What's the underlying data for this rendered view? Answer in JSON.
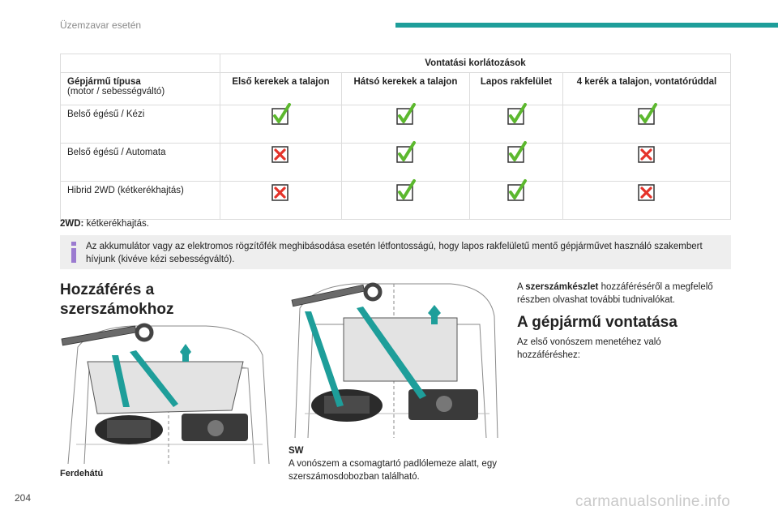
{
  "header": {
    "title": "Üzemzavar esetén"
  },
  "page_number": "204",
  "watermark": "carmanualsonline.info",
  "table": {
    "group_header": "Vontatási korlátozások",
    "first_col_header_bold": "Gépjármű típusa",
    "first_col_header_sub": "(motor / sebességváltó)",
    "columns": [
      "Első kerekek a talajon",
      "Hátsó kerekek a talajon",
      "Lapos rakfelület",
      "4 kerék a talajon, vontatórúddal"
    ],
    "rows": [
      {
        "label": "Belső égésű / Kézi",
        "cells": [
          "check",
          "check",
          "check",
          "check"
        ]
      },
      {
        "label": "Belső égésű / Automata",
        "cells": [
          "cross",
          "check",
          "check",
          "cross"
        ]
      },
      {
        "label": "Hibrid 2WD (kétkerékhajtás)",
        "cells": [
          "cross",
          "check",
          "check",
          "cross"
        ]
      }
    ]
  },
  "note_2wd": {
    "term": "2WD:",
    "text": " kétkerékhajtás."
  },
  "info_box": {
    "icon": "info-icon",
    "text": "Az akkumulátor vagy az elektromos rögzítőfék meghibásodása esetén létfontosságú, hogy lapos rakfelületű mentő gépjárművet használó szakembert hívjunk (kivéve kézi sebességváltó)."
  },
  "section_access": {
    "title": "Hozzáférés a szerszámokhoz"
  },
  "captions": {
    "left": "Ferdehátú",
    "middle_bold": "SW",
    "middle_text": "A vonószem a csomagtartó padlólemeze alatt, egy szerszámosdobozban található."
  },
  "right_col": {
    "text1_pre": "A ",
    "text1_bold": "szerszámkészlet",
    "text1_post": " hozzáféréséről a megfelelő részben olvashat további tudnivalókat.",
    "heading": "A gépjármű vontatása",
    "text2": "Az első vonószem menetéhez való hozzáféréshez:"
  },
  "colors": {
    "accent": "#1e9e9a",
    "check": "#5cb82e",
    "cross": "#e5332a"
  }
}
